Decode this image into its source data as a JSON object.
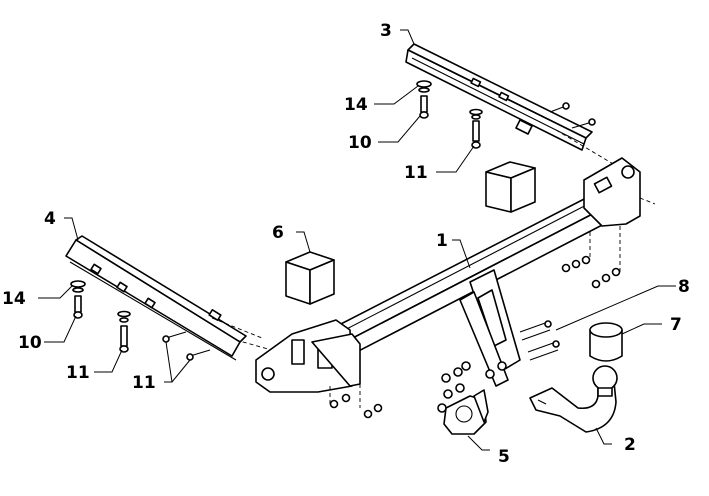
{
  "colors": {
    "line": "#000000",
    "background": "#ffffff"
  },
  "callouts": {
    "c1": "1",
    "c2": "2",
    "c3": "3",
    "c4": "4",
    "c5": "5",
    "c6": "6",
    "c7": "7",
    "c8": "8",
    "c10_left": "10",
    "c10_top": "10",
    "c11_left": "11",
    "c11_left2": "11",
    "c11_top": "11",
    "c14_left": "14",
    "c14_top": "14"
  }
}
